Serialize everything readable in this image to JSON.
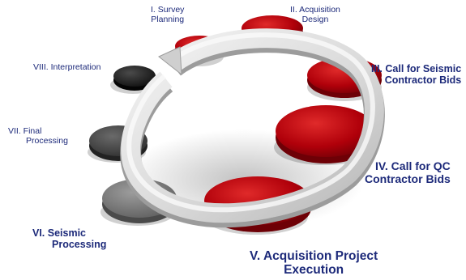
{
  "diagram": {
    "phases": [
      {
        "line1": "I. Survey",
        "line2": "Planning",
        "state": "red"
      },
      {
        "line1": "II. Acquisition",
        "line2": "Design",
        "state": "red"
      },
      {
        "line1": "III. Call for Seismic",
        "line2": "Contractor Bids",
        "state": "red"
      },
      {
        "line1": "IV. Call for QC",
        "line2": "Contractor Bids",
        "state": "red"
      },
      {
        "line1": "V. Acquisition Project",
        "line2": "Execution",
        "state": "red"
      },
      {
        "line1": "VI. Seismic",
        "line2": "Processing",
        "state": "grey"
      },
      {
        "line1": "VII. Final",
        "line2": "Processing",
        "state": "dark"
      },
      {
        "line1": "VIII. Interpretation",
        "line2": "",
        "state": "black"
      }
    ],
    "colors": {
      "red": "#b0000a",
      "red_dark": "#6e0006",
      "grey": "#7b7b7b",
      "dark": "#464646",
      "black": "#1b1b1b",
      "ring": "#e2e2e2",
      "ring_edge": "#9c9c9c",
      "label": "#1d2a7a"
    }
  }
}
